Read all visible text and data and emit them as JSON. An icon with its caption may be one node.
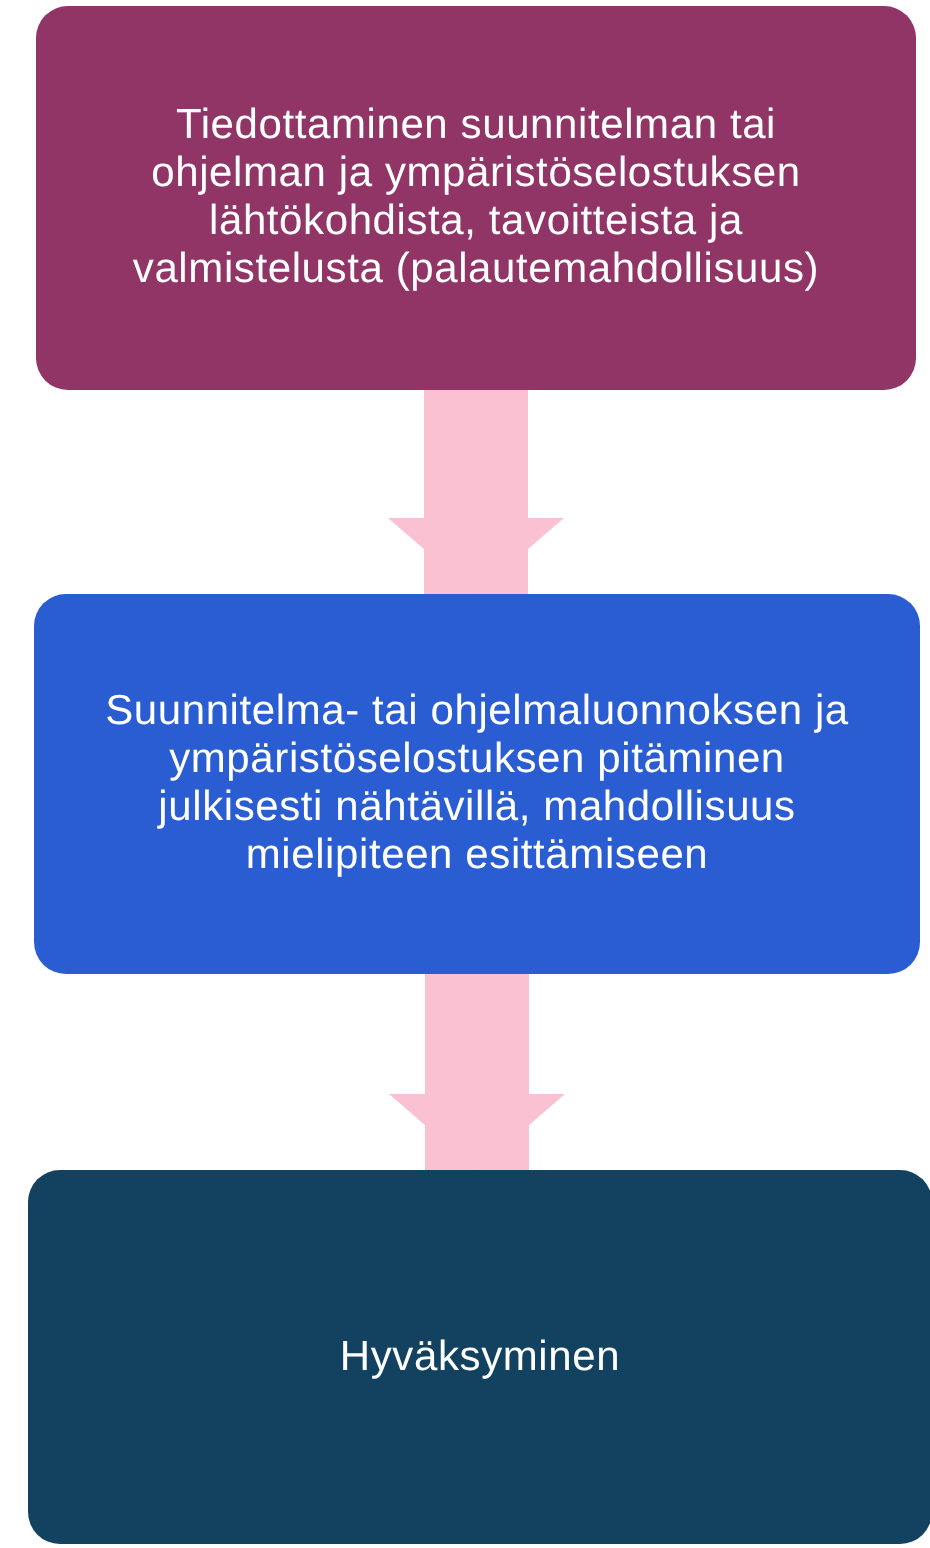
{
  "diagram": {
    "nodes": [
      {
        "text": [
          "Tiedottaminen suunnitelman tai ohjelman ja ympäristöselostuksen lähtökohdista, tavoitteista ja valmistelusta (palautemahdollisuus)"
        ]
      },
      {
        "text": [
          "Suunnitelma- tai ohjelmaluonnoksen ja ympäristöselostuksen pitäminen julkisesti nähtävillä, mahdollisuus mielipiteen esittämiseen"
        ]
      },
      {
        "text": [
          "Hyväksyminen"
        ]
      }
    ],
    "edges": [
      {
        "from": 0,
        "to": 1,
        "arrow": "to"
      },
      {
        "from": 1,
        "to": 2,
        "arrow": "to"
      }
    ]
  }
}
